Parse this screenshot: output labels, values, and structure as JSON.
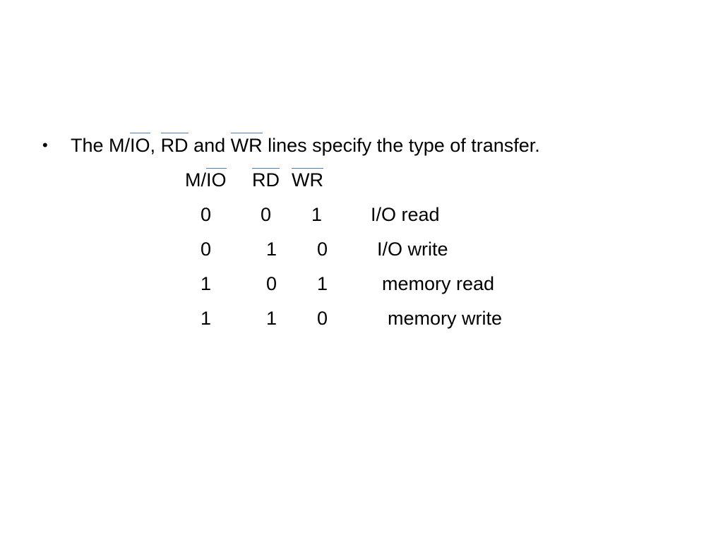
{
  "bullet": {
    "prefix": "The ",
    "signal_mio_plain": "M/",
    "signal_mio_bar": "IO",
    "sep1": ", ",
    "signal_rd_bar": "RD",
    "sep2": " and ",
    "signal_wr_bar": "WR",
    "suffix": " lines specify the type of transfer."
  },
  "table": {
    "headers": {
      "mio_plain": "M/",
      "mio_bar": "IO",
      "rd_bar": "RD",
      "wr_bar": "WR"
    },
    "rows": [
      {
        "mio": "0",
        "rd": "0",
        "wr": "1",
        "op": "I/O read"
      },
      {
        "mio": "0",
        "rd": "1",
        "wr": "0",
        "op": "I/O write"
      },
      {
        "mio": "1",
        "rd": "0",
        "wr": "1",
        "op": "memory read"
      },
      {
        "mio": "1",
        "rd": "1",
        "wr": "0",
        "op": "memory write"
      }
    ]
  }
}
